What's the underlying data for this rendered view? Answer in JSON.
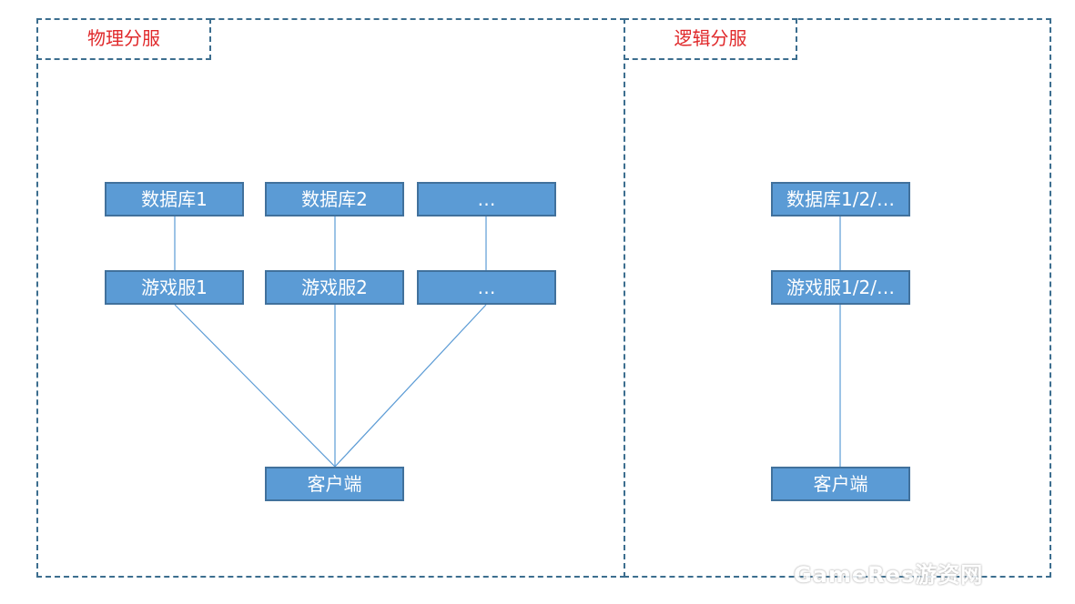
{
  "panels": {
    "physical": {
      "label": "物理分服",
      "nodes": {
        "db1": "数据库1",
        "db2": "数据库2",
        "db3": "…",
        "gs1": "游戏服1",
        "gs2": "游戏服2",
        "gs3": "…",
        "client": "客户端"
      }
    },
    "logical": {
      "label": "逻辑分服",
      "nodes": {
        "db": "数据库1/2/…",
        "gs": "游戏服1/2/…",
        "client": "客户端"
      }
    }
  },
  "watermark": "GameRes游资网",
  "colors": {
    "node_fill": "#5b9bd5",
    "node_border": "#41719c",
    "edge": "#5b9bd5",
    "panel_border": "#3c6e8f",
    "label_text": "#e0292b"
  }
}
